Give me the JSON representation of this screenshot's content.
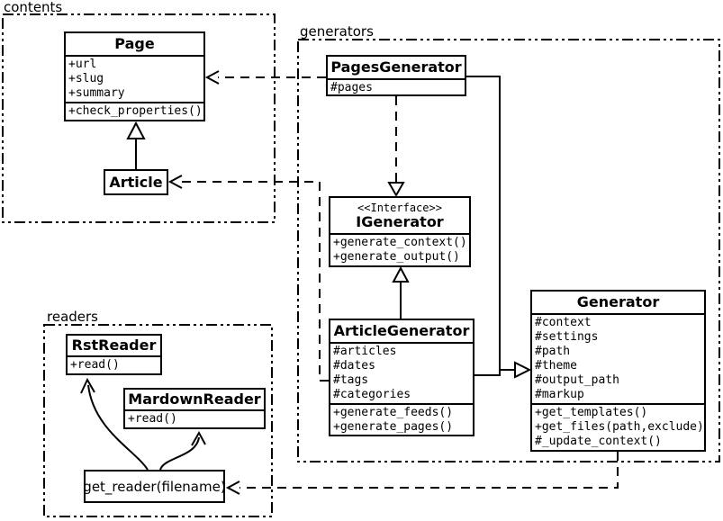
{
  "colors": {
    "line": "#000000",
    "background": "#ffffff"
  },
  "packages": {
    "contents": {
      "label": "contents"
    },
    "generators": {
      "label": "generators"
    },
    "readers": {
      "label": "readers"
    }
  },
  "classes": {
    "page": {
      "title": "Page",
      "attributes": [
        "+url",
        "+slug",
        "+summary"
      ],
      "methods": [
        "+check_properties()"
      ]
    },
    "article": {
      "title": "Article"
    },
    "pages_generator": {
      "title": "PagesGenerator",
      "attributes": [
        "#pages"
      ]
    },
    "igenerator": {
      "stereotype": "<<Interface>>",
      "title": "IGenerator",
      "methods": [
        "+generate_context()",
        "+generate_output()"
      ]
    },
    "article_generator": {
      "title": "ArticleGenerator",
      "attributes": [
        "#articles",
        "#dates",
        "#tags",
        "#categories"
      ],
      "methods": [
        "+generate_feeds()",
        "+generate_pages()"
      ]
    },
    "generator": {
      "title": "Generator",
      "attributes": [
        "#context",
        "#settings",
        "#path",
        "#theme",
        "#output_path",
        "#markup"
      ],
      "methods": [
        "+get_templates()",
        "+get_files(path,exclude)",
        "#_update_context()"
      ]
    },
    "rst_reader": {
      "title": "RstReader",
      "methods": [
        "+read()"
      ]
    },
    "mardown_reader": {
      "title": "MardownReader",
      "methods": [
        "+read()"
      ]
    },
    "get_reader": {
      "title": "get_reader(filename)"
    }
  },
  "relations": [
    {
      "from": "PagesGenerator",
      "to": "Page",
      "type": "dependency"
    },
    {
      "from": "Article",
      "to": "Page",
      "type": "inheritance"
    },
    {
      "from": "ArticleGenerator",
      "to": "Article",
      "type": "dependency"
    },
    {
      "from": "PagesGenerator",
      "to": "IGenerator",
      "type": "realization"
    },
    {
      "from": "ArticleGenerator",
      "to": "IGenerator",
      "type": "inheritance"
    },
    {
      "from": "PagesGenerator",
      "to": "Generator",
      "type": "inheritance"
    },
    {
      "from": "ArticleGenerator",
      "to": "Generator",
      "type": "inheritance"
    },
    {
      "from": "Generator",
      "to": "get_reader(filename)",
      "type": "dependency"
    },
    {
      "from": "get_reader(filename)",
      "to": "RstReader",
      "type": "arrow"
    },
    {
      "from": "get_reader(filename)",
      "to": "MardownReader",
      "type": "arrow"
    }
  ]
}
